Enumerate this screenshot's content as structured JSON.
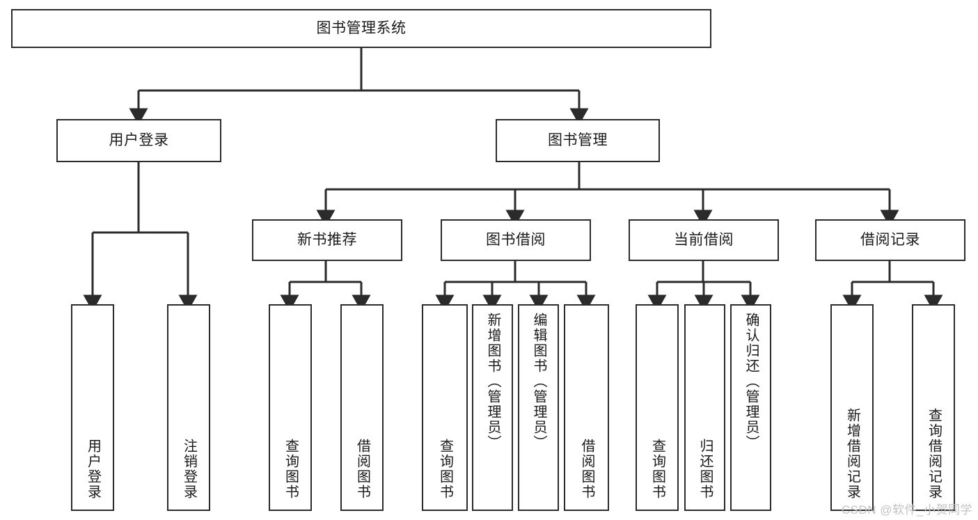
{
  "diagram": {
    "title": "图书管理系统",
    "root": {
      "label": "图书管理系统"
    },
    "level2": [
      {
        "label": "用户登录"
      },
      {
        "label": "图书管理"
      }
    ],
    "level3": [
      {
        "label": "新书推荐"
      },
      {
        "label": "图书借阅"
      },
      {
        "label": "当前借阅"
      },
      {
        "label": "借阅记录"
      }
    ],
    "leaves": {
      "user_login": [
        {
          "label": "用户登录"
        },
        {
          "label": "注销登录"
        }
      ],
      "new_book_recommend": [
        {
          "label": "查询图书"
        },
        {
          "label": "借阅图书"
        }
      ],
      "book_borrow": [
        {
          "label": "查询图书"
        },
        {
          "label": "新增图书（管理员）"
        },
        {
          "label": "编辑图书（管理员）"
        },
        {
          "label": "借阅图书"
        }
      ],
      "current_borrow": [
        {
          "label": "查询图书"
        },
        {
          "label": "归还图书"
        },
        {
          "label": "确认归还（管理员）"
        }
      ],
      "borrow_records": [
        {
          "label": "新增借阅记录"
        },
        {
          "label": "查询借阅记录"
        }
      ]
    }
  },
  "watermark": {
    "text": "CSDN @软件_小贺同学"
  },
  "colors": {
    "stroke": "#2b2b2b",
    "text": "#1a1a1a",
    "background": "#ffffff",
    "watermark": "#c2c2c2"
  }
}
